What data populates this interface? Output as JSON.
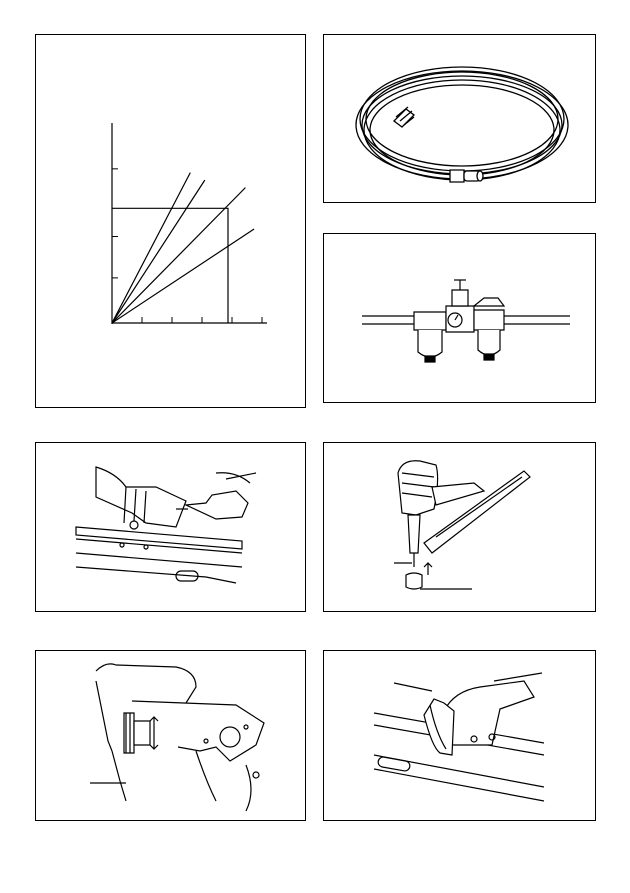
{
  "page": {
    "figures": [
      {
        "id": "fig-1",
        "icon": "line-graph-figure"
      },
      {
        "id": "fig-2",
        "icon": "air-hose-figure"
      },
      {
        "id": "fig-3",
        "icon": "filter-regulator-lubricator-figure"
      },
      {
        "id": "fig-4",
        "icon": "oil-injection-figure"
      },
      {
        "id": "fig-5",
        "icon": "nailer-with-cap-figure"
      },
      {
        "id": "fig-6",
        "icon": "depth-adjuster-figure"
      },
      {
        "id": "fig-7",
        "icon": "hook-figure"
      }
    ]
  },
  "chart_data": {
    "type": "line",
    "title": "",
    "xlabel": "",
    "ylabel": "",
    "x_ticks": 5,
    "y_ticks": 3,
    "xlim": [
      0,
      5
    ],
    "ylim": [
      0,
      5
    ],
    "series": [
      {
        "x": [
          0,
          2.7
        ],
        "y": [
          0,
          4.0
        ]
      },
      {
        "x": [
          0,
          3.2
        ],
        "y": [
          0,
          3.8
        ]
      },
      {
        "x": [
          0,
          4.6
        ],
        "y": [
          0,
          3.6
        ]
      },
      {
        "x": [
          0,
          4.9
        ],
        "y": [
          0,
          2.5
        ]
      }
    ],
    "highlight_box": {
      "x": [
        0,
        4.0
      ],
      "y": [
        0,
        3.05
      ]
    }
  }
}
